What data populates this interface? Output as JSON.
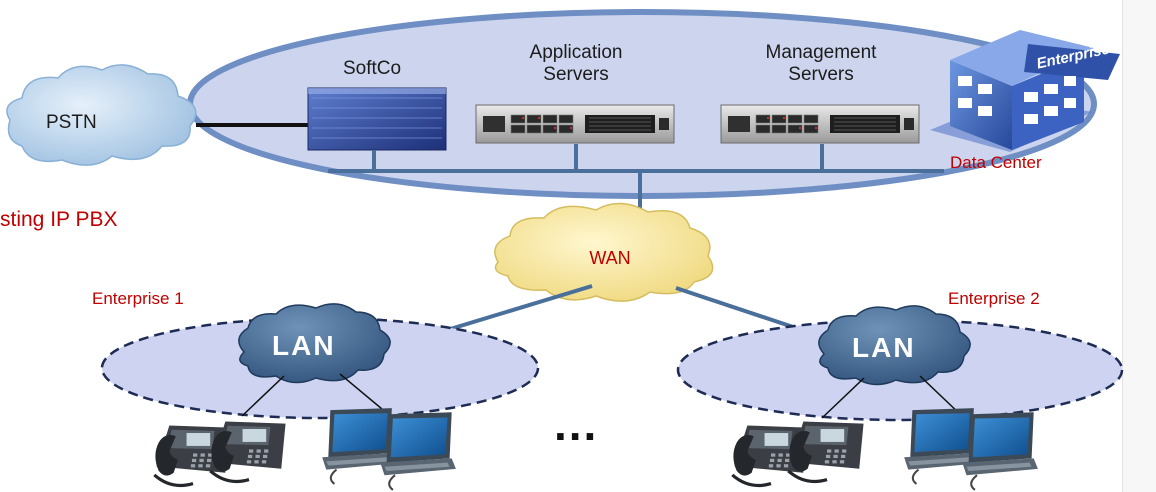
{
  "labels": {
    "pstn": "PSTN",
    "softco": "SoftCo",
    "app_servers": "Application\nServers",
    "mgmt_servers": "Management\nServers",
    "data_center": "Data Center",
    "hosting": "sting IP PBX",
    "wan": "WAN",
    "enterprise_1": "Enterprise 1",
    "enterprise_2": "Enterprise 2",
    "lan_left": "LAN",
    "lan_right": "LAN",
    "building_sign": "Enterprise",
    "ellipsis": "..."
  },
  "colors": {
    "data_center_ellipse_fill": "#cdd5ee",
    "data_center_ellipse_stroke": "#6f8fc4",
    "bus_line": "#4a6f9b",
    "wan_cloud": "#f7e9a3",
    "pstn_cloud": "#b9d3ea",
    "lan_cloud": "#4d7297",
    "enterprise_ellipse_fill": "#cdd3f0",
    "accent_red": "#c00000"
  },
  "icons": [
    "pstn-cloud-icon",
    "softswitch-server-icon",
    "rack-server-icon",
    "enterprise-building-icon",
    "wan-cloud-icon",
    "lan-cloud-icon",
    "ip-phone-icon",
    "laptop-icon"
  ]
}
